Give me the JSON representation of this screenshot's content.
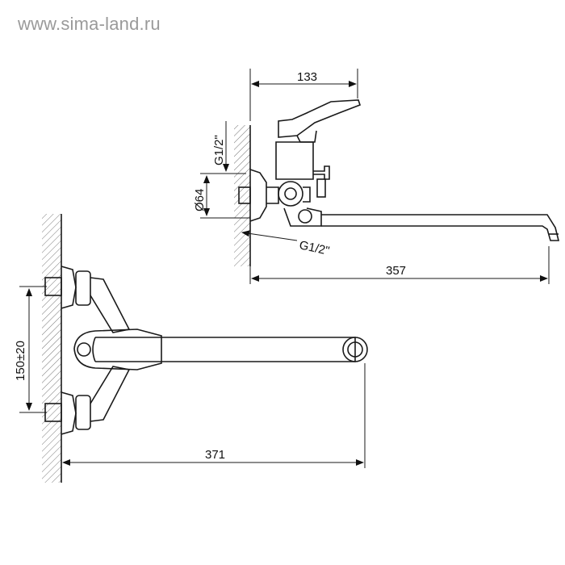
{
  "watermark": "www.sima-land.ru",
  "dimensions": {
    "top_width": "133",
    "thread_top": "G1/2\"",
    "diameter": "Ø64",
    "thread_bottom": "G1/2\"",
    "spout_length": "357",
    "center_spacing": "150±20",
    "total_length": "371"
  }
}
